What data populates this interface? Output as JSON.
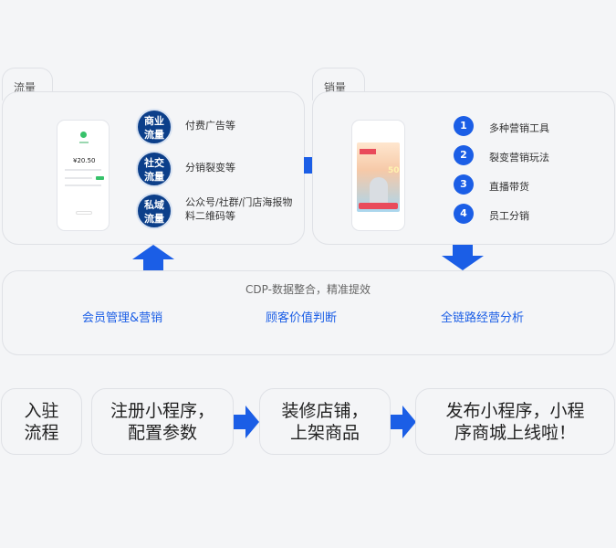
{
  "traffic": {
    "tab_label": "流量",
    "phone_amount": "¥20.50",
    "channels": [
      {
        "badge_line1": "商业",
        "badge_line2": "流量",
        "text": "付费广告等"
      },
      {
        "badge_line1": "社交",
        "badge_line2": "流量",
        "text": "分销裂变等"
      },
      {
        "badge_line1": "私域",
        "badge_line2": "流量",
        "text": "公众号/社群/门店海报物料二维码等"
      }
    ]
  },
  "sales": {
    "tab_label": "销量",
    "poster_text": "50",
    "items": [
      {
        "num": "1",
        "label": "多种营销工具"
      },
      {
        "num": "2",
        "label": "裂变营销玩法"
      },
      {
        "num": "3",
        "label": "直播带货"
      },
      {
        "num": "4",
        "label": "员工分销"
      }
    ]
  },
  "cdp": {
    "title": "CDP-数据整合，精准提效",
    "items": [
      "会员管理&营销",
      "顾客价值判断",
      "全链路经营分析"
    ]
  },
  "steps": {
    "intro_line1": "入驻",
    "intro_line2": "流程",
    "step1_line1": "注册小程序，",
    "step1_line2": "配置参数",
    "step2_line1": "装修店铺，",
    "step2_line2": "上架商品",
    "step3_line1": "发布小程序，小程",
    "step3_line2": "序商城上线啦！"
  },
  "colors": {
    "accent": "#1b5ee6",
    "badge": "#0c3f8a",
    "border": "#dfe1e6"
  }
}
